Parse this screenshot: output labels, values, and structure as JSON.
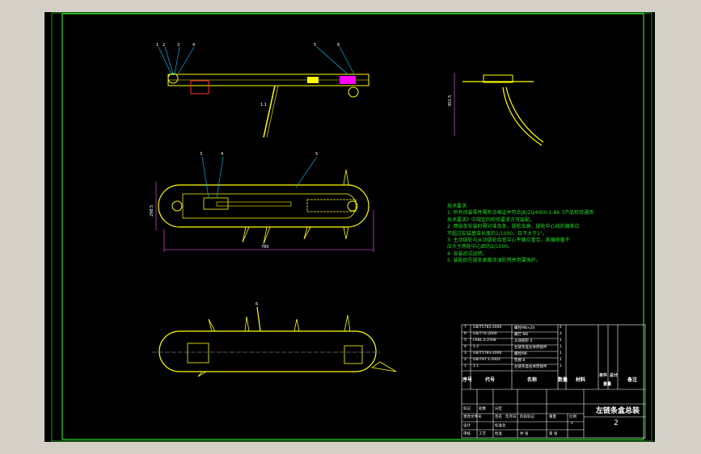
{
  "notes": {
    "title": "技术要求",
    "lines": [
      "1. 所有待装零件需有合格证并符合JB/ZQ4000.1-86《产品检验通用",
      "技术要求》中规定的检验要求方可装配。",
      "2. 两链条安装时需对准齿条，链轮齿高、链轮中心线的偏差应",
      "不超过安装基准长度的1/1000，且不大于1°。",
      "3. 主动链轮与从动链轮齿宽中心平面应重合，其偏移量不",
      "应大于两轮中心距的2/1000。",
      "4. 安装后试运转。",
      "5. 装配后在链条表面涂油防锈并用罩保护。"
    ]
  },
  "parts_table": {
    "rows": [
      {
        "no": "7",
        "code": "GB/T5783-2000",
        "name": "螺栓M8×20",
        "qty": "2"
      },
      {
        "no": "6",
        "code": "GB/T70-2000",
        "name": "螺钉 M6",
        "qty": "4"
      },
      {
        "no": "5",
        "code": "LRBL.2-2508",
        "name": "从动链轮 4",
        "qty": "1"
      },
      {
        "no": "4",
        "code": "1.2",
        "name": "左链条盒左体焊接件",
        "qty": "1"
      },
      {
        "no": "3",
        "code": "GB/T5783-2000",
        "name": "螺栓M8",
        "qty": "1"
      },
      {
        "no": "2",
        "code": "GB/T97.1-2002",
        "name": "垫圈 8",
        "qty": "1"
      },
      {
        "no": "1",
        "code": "1.1",
        "name": "左链条盒右体焊接件",
        "qty": "1"
      }
    ],
    "headers": {
      "no": "序号",
      "code": "代号",
      "name": "名称",
      "qty": "数量",
      "material": "材料",
      "single": "单件",
      "total": "总计",
      "weight": "重量",
      "remark": "备注"
    }
  },
  "title_block": {
    "title": "左链条盒总装",
    "sheet_no": "2",
    "labels": [
      "标记",
      "处数",
      "分区",
      "更改文件号",
      "签名",
      "年月日",
      "设计",
      "标准化",
      "审核",
      "工艺",
      "批准",
      "阶段标记",
      "重量",
      "比例",
      "共 张",
      "第 张"
    ],
    "scale": "1"
  },
  "balloons": {
    "top_view": [
      "1",
      "2",
      "3",
      "4",
      "5",
      "6"
    ],
    "front_view": [
      "3",
      "4",
      "5"
    ],
    "bottom_view": [
      "6"
    ]
  },
  "dimensions": {
    "overall_length": "780",
    "height_front": "298.5",
    "side_height": "302.5",
    "top_leader": "1.1"
  },
  "colors": {
    "background": "#000000",
    "frame": "#33ff33",
    "outline": "#ffff00",
    "table": "#ffffff",
    "leader": "#00ccff",
    "dimension": "#ff66ff",
    "notes": "#22dd22"
  }
}
